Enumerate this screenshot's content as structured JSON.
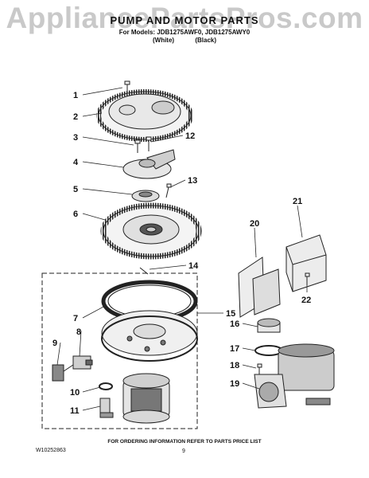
{
  "watermark": "AppliancePartsPros.com",
  "header": {
    "title": "PUMP AND MOTOR PARTS",
    "models": "For Models: JDB1275AWF0, JDB1275AWY0",
    "variant_white": "(White)",
    "variant_black": "(Black)"
  },
  "labels": [
    "1",
    "2",
    "3",
    "4",
    "5",
    "6",
    "7",
    "8",
    "9",
    "10",
    "11",
    "12",
    "13",
    "14",
    "15",
    "16",
    "17",
    "18",
    "19",
    "20",
    "21",
    "22"
  ],
  "footer": {
    "note": "FOR ORDERING INFORMATION REFER TO PARTS PRICE LIST",
    "doc_id": "W10252863",
    "page": "9"
  },
  "colors": {
    "line": "#222222",
    "part_fill": "#f2f2f2",
    "shade": "#bdbdbd",
    "watermark": "#c9c9c9"
  }
}
